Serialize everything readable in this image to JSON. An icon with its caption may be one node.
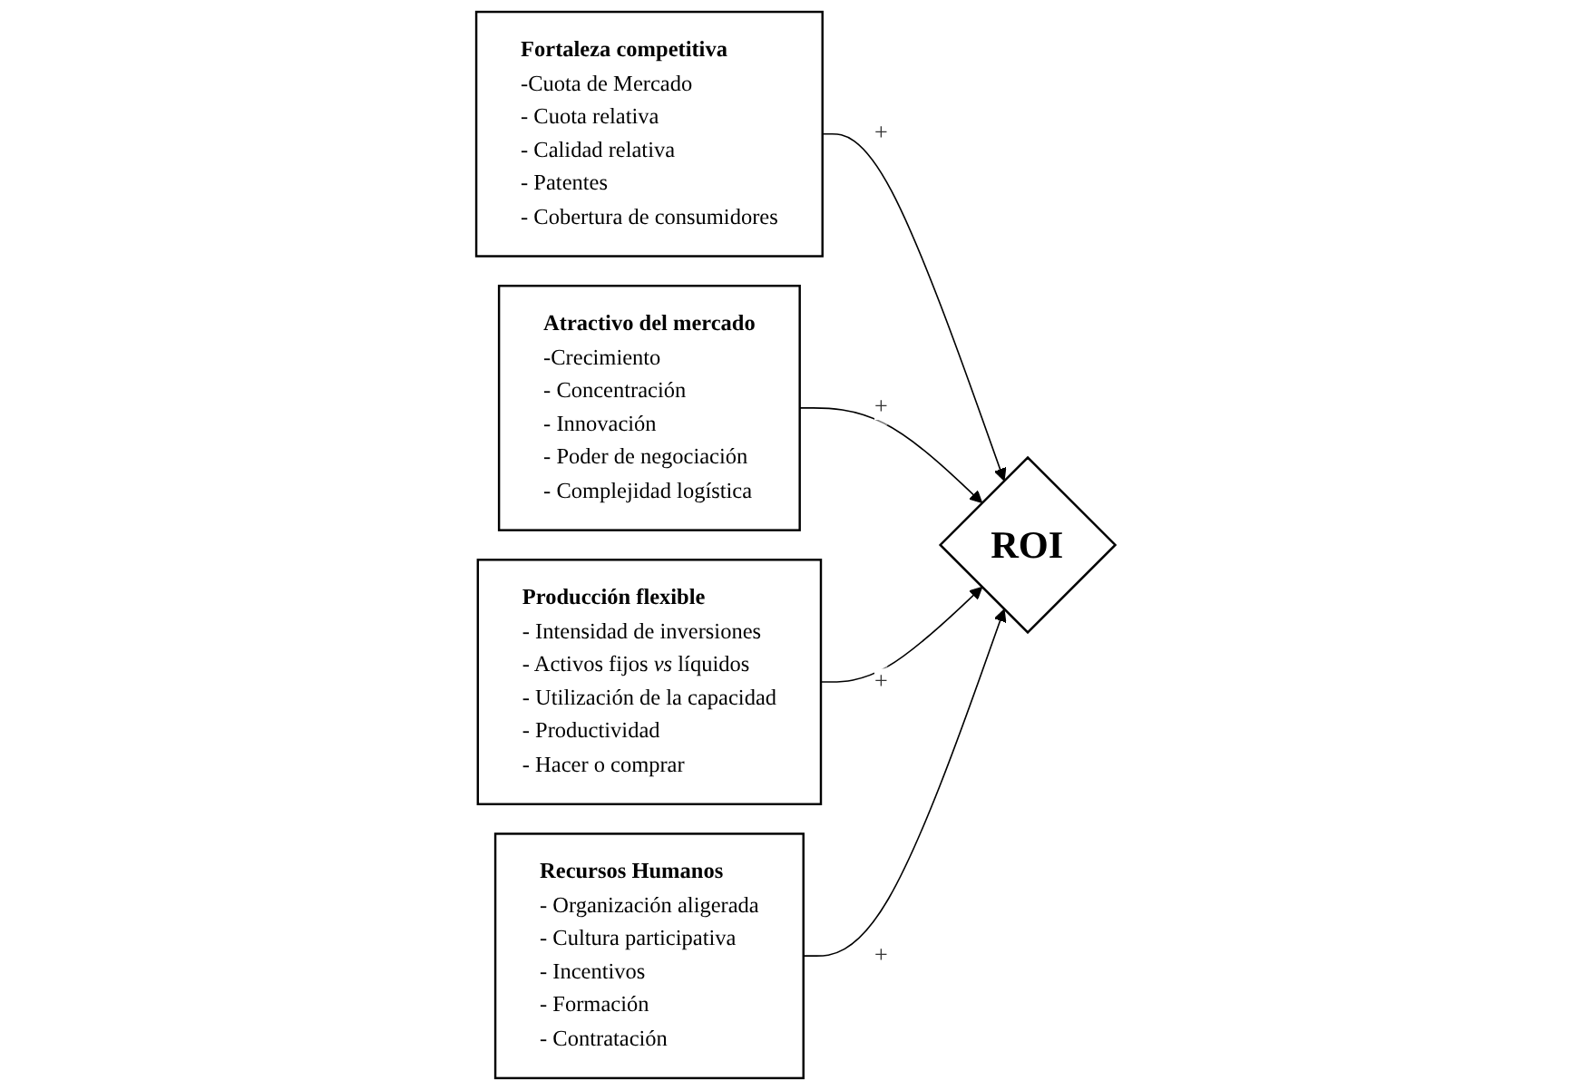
{
  "diagram": {
    "nodes": [
      {
        "text": [
          "Fortaleza competitiva",
          "-Cuota de Mercado",
          "- Cuota relativa",
          "- Calidad relativa",
          "- Patentes",
          "- Cobertura de consumidores"
        ]
      },
      {
        "text": [
          "Atractivo del mercado",
          "-Crecimiento",
          "- Concentración",
          "- Innovación",
          "- Poder de negociación",
          "- Complejidad logística"
        ]
      },
      {
        "text": [
          "ROI"
        ]
      },
      {
        "text": [
          "Producción flexible",
          "- Intensidad de inversiones",
          "- Activos fijos *vs* líquidos",
          "- Utilización de la capacidad",
          "- Productividad",
          "- Hacer o comprar"
        ]
      },
      {
        "text": [
          "Recursos Humanos",
          "- Organización aligerada",
          "- Cultura participativa",
          "- Incentivos",
          "- Formación",
          "- Contratación"
        ]
      }
    ],
    "edges": [
      {
        "from": 0,
        "to": 2,
        "arrow": "to",
        "label": "+"
      },
      {
        "from": 1,
        "to": 2,
        "arrow": "to",
        "label": "+"
      },
      {
        "from": 3,
        "to": 2,
        "arrow": "to",
        "label": "+"
      },
      {
        "from": 4,
        "to": 2,
        "arrow": "to",
        "label": "+"
      }
    ]
  }
}
